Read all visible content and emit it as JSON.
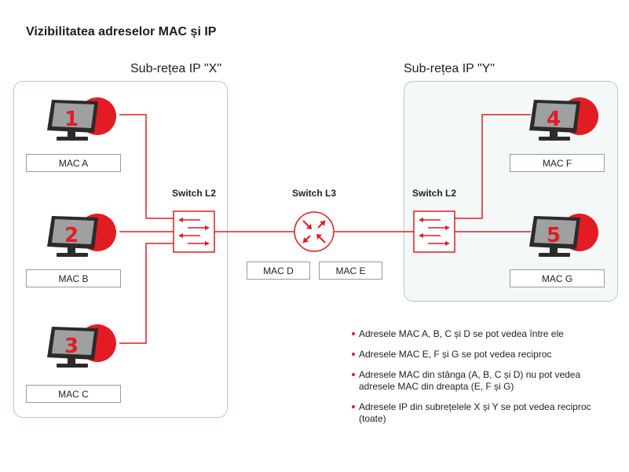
{
  "title": "Vizibilitatea adreselor MAC și IP",
  "subnets": {
    "x_label": "Sub-rețea IP \"X\"",
    "y_label": "Sub-rețea IP \"Y\""
  },
  "devices": {
    "pc1": "1",
    "pc2": "2",
    "pc3": "3",
    "pc4": "4",
    "pc5": "5"
  },
  "mac": {
    "a": "MAC A",
    "b": "MAC B",
    "c": "MAC C",
    "d": "MAC D",
    "e": "MAC E",
    "f": "MAC F",
    "g": "MAC G"
  },
  "switches": {
    "left": "Switch L2",
    "router": "Switch L3",
    "right": "Switch L2"
  },
  "notes": [
    "Adresele MAC A, B, C și D se pot vedea între ele",
    "Adresele MAC E, F și G se pot vedea reciproc",
    "Adresele MAC din stânga (A, B, C și D) nu pot vedea adresele MAC din dreapta (E, F și G)",
    "Adresele IP din subrețelele X și Y se pot vedea reciproc (toate)"
  ],
  "colors": {
    "accent": "#e31c23",
    "border": "#b9c9c9",
    "panel_y": "#f4f8f8"
  }
}
